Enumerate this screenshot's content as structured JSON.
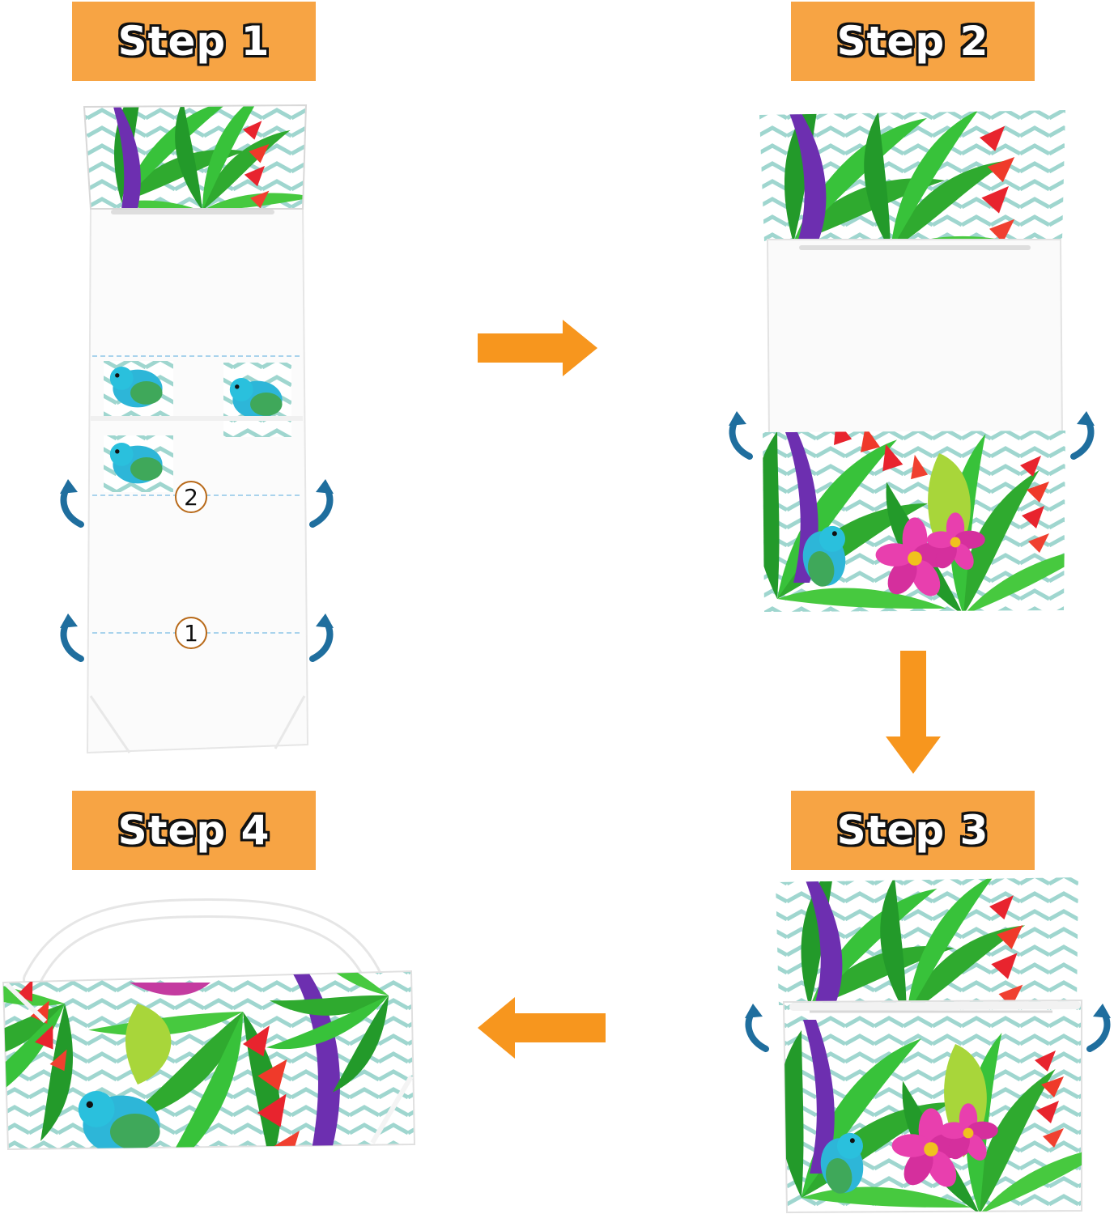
{
  "steps": [
    {
      "label": "Step 1"
    },
    {
      "label": "Step 2"
    },
    {
      "label": "Step 3"
    },
    {
      "label": "Step 4"
    }
  ],
  "fold_markers": {
    "first": "1",
    "second": "2"
  },
  "colors": {
    "banner": "#f7a444",
    "arrow": "#f7961e",
    "curl_arrow": "#1f6e9e",
    "chevron": "#9fd6cf",
    "leaf": "#2faa2f",
    "flower": "#e83fae",
    "bird": "#2db6d8"
  },
  "icons": [
    "arrow-right-icon",
    "arrow-down-icon",
    "arrow-left-icon",
    "fold-curl-arrow-icon"
  ]
}
